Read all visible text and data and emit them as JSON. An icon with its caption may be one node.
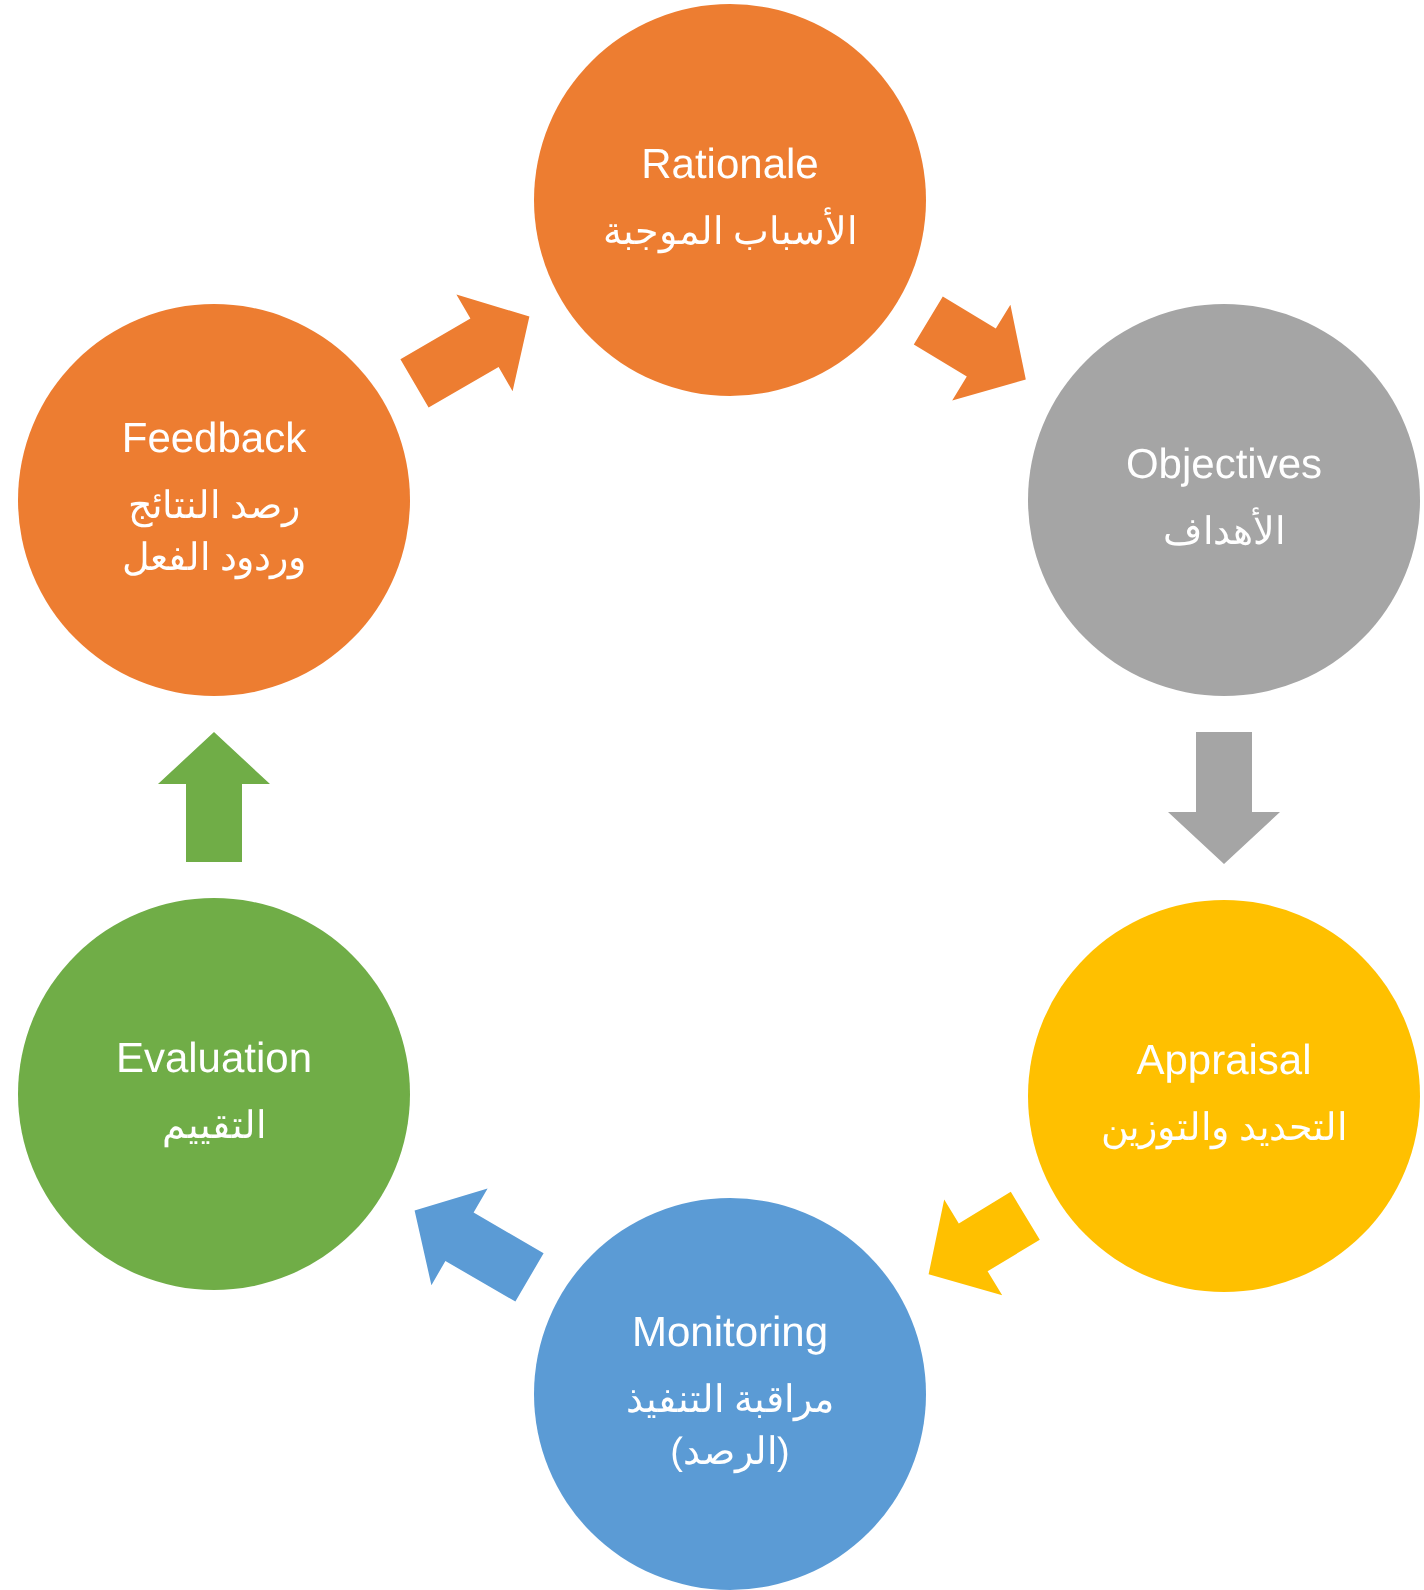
{
  "diagram": {
    "nodes": [
      {
        "text": [
          "Rationale",
          "الأسباب الموجبة"
        ]
      },
      {
        "text": [
          "Objectives",
          "الأهداف"
        ]
      },
      {
        "text": [
          "Appraisal",
          "التحديد والتوزين"
        ]
      },
      {
        "text": [
          "Monitoring",
          "مراقبة التنفيذ (الرصد)"
        ]
      },
      {
        "text": [
          "Evaluation",
          "التقييم"
        ]
      },
      {
        "text": [
          "Feedback",
          "رصد النتائج وردود الفعل"
        ]
      }
    ],
    "edges": [
      {
        "from": 0,
        "to": 1,
        "arrow": "to",
        "style": "thick",
        "color": "#ed7d31"
      },
      {
        "from": 1,
        "to": 2,
        "arrow": "to",
        "style": "thick",
        "color": "#a5a5a5"
      },
      {
        "from": 2,
        "to": 3,
        "arrow": "to",
        "style": "thick",
        "color": "#ffc000"
      },
      {
        "from": 3,
        "to": 4,
        "arrow": "to",
        "style": "thick",
        "color": "#5b9bd5"
      },
      {
        "from": 4,
        "to": 5,
        "arrow": "to",
        "style": "thick",
        "color": "#70ad47"
      },
      {
        "from": 5,
        "to": 0,
        "arrow": "to",
        "style": "thick",
        "color": "#ed7d31"
      }
    ]
  }
}
